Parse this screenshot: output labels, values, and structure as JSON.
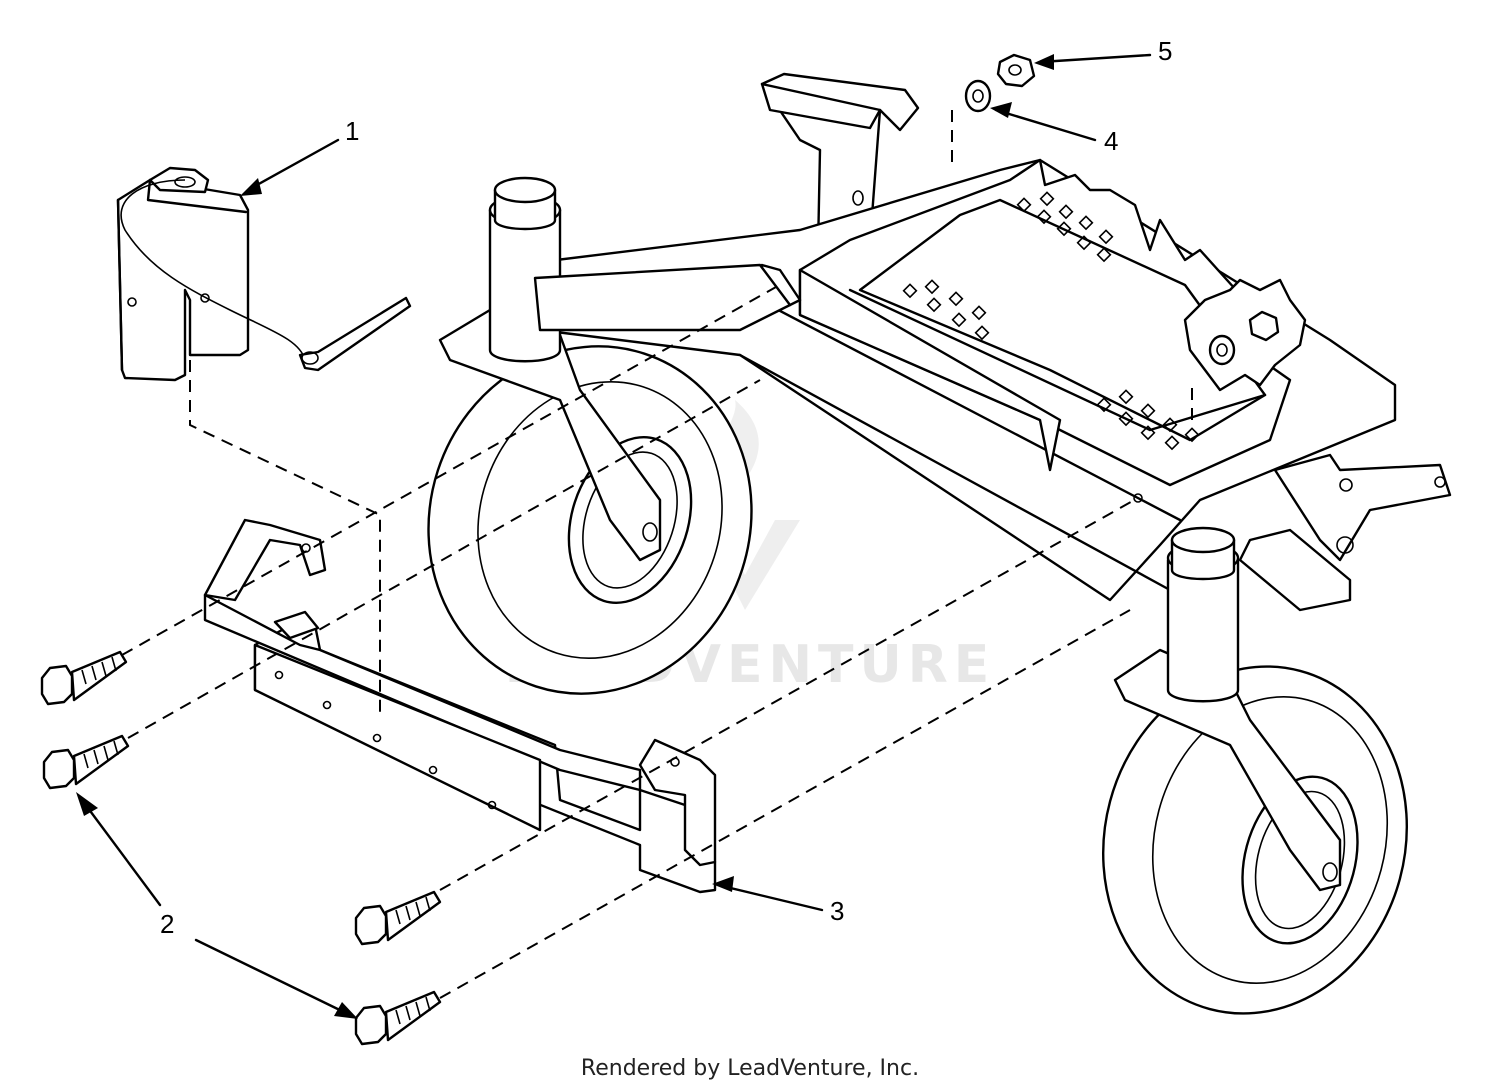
{
  "callouts": [
    {
      "id": 1,
      "label": "1"
    },
    {
      "id": 2,
      "label": "2"
    },
    {
      "id": 3,
      "label": "3"
    },
    {
      "id": 4,
      "label": "4"
    },
    {
      "id": 5,
      "label": "5"
    }
  ],
  "watermark": "LEADVENTURE",
  "footer": "Rendered by LeadVenture, Inc."
}
